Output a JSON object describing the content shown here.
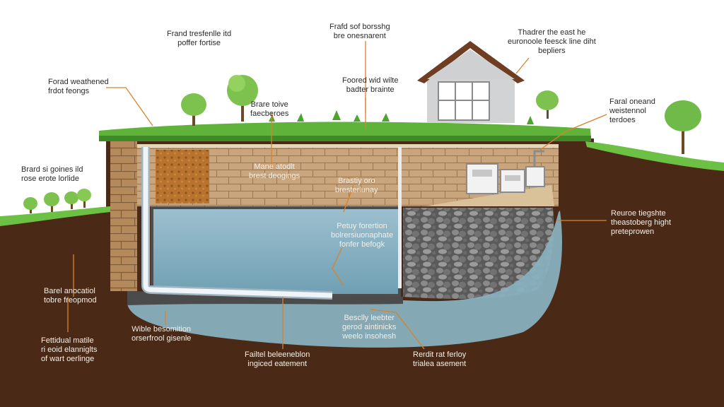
{
  "colors": {
    "sky": "#ffffff",
    "grass": "#5fb33a",
    "soil": "#4a2a16",
    "brick": "#b48a5c",
    "water": "#8db4c4",
    "gravel": "#6b6b6b",
    "pipe": "#dfe9ef",
    "leader": "#d9822b"
  },
  "labels": {
    "top_left": [
      "Forad weathened",
      "frdot feongs"
    ],
    "top_center_left": [
      "Frand tresfenlle itd",
      "poffer fortise"
    ],
    "top_center": [
      "Frafd sof borsshg",
      "bre onesnarent"
    ],
    "center_upper": [
      "Foored wid wilte",
      "badter brainte"
    ],
    "top_right": [
      "Thadrer the east he",
      "euronoole feesck line diht",
      "bepliers"
    ],
    "right_upper": [
      "Faral oneand",
      "weistennol",
      "terdoes"
    ],
    "left_mid": [
      "Brard si goines ild",
      "rose erote lorlide"
    ],
    "inner_left_top": [
      "Brare toive",
      "faecberoes"
    ],
    "inner_left_mid": [
      "Mane atodlt",
      "brest deogings"
    ],
    "inner_center_top": [
      "Brastiy oro",
      "bresterlunay"
    ],
    "inner_center_mid": [
      "Petuy forertion",
      "bolrersiuonaphate",
      "fonfer befogk"
    ],
    "right_mid": [
      "Reuroe tiegshte",
      "theastoberg hight",
      "preteprowen"
    ],
    "left_lower": [
      "Barel anocatiol",
      "tobre freopmod"
    ],
    "inner_left_low": [
      "Wible besomition",
      "orserfrool gisenle"
    ],
    "inner_center_low": [
      "Besclly leebter",
      "gerod aintinicks",
      "weelo insohesh"
    ],
    "bottom_left": [
      "Fettidual matile",
      "ri eoid elanniglts",
      "of wart oerlinge"
    ],
    "bottom_center": [
      "Failtel beleeneblon",
      "ingiced eatement"
    ],
    "bottom_right": [
      "Rerdit rat ferloy",
      "trialea asement"
    ]
  }
}
